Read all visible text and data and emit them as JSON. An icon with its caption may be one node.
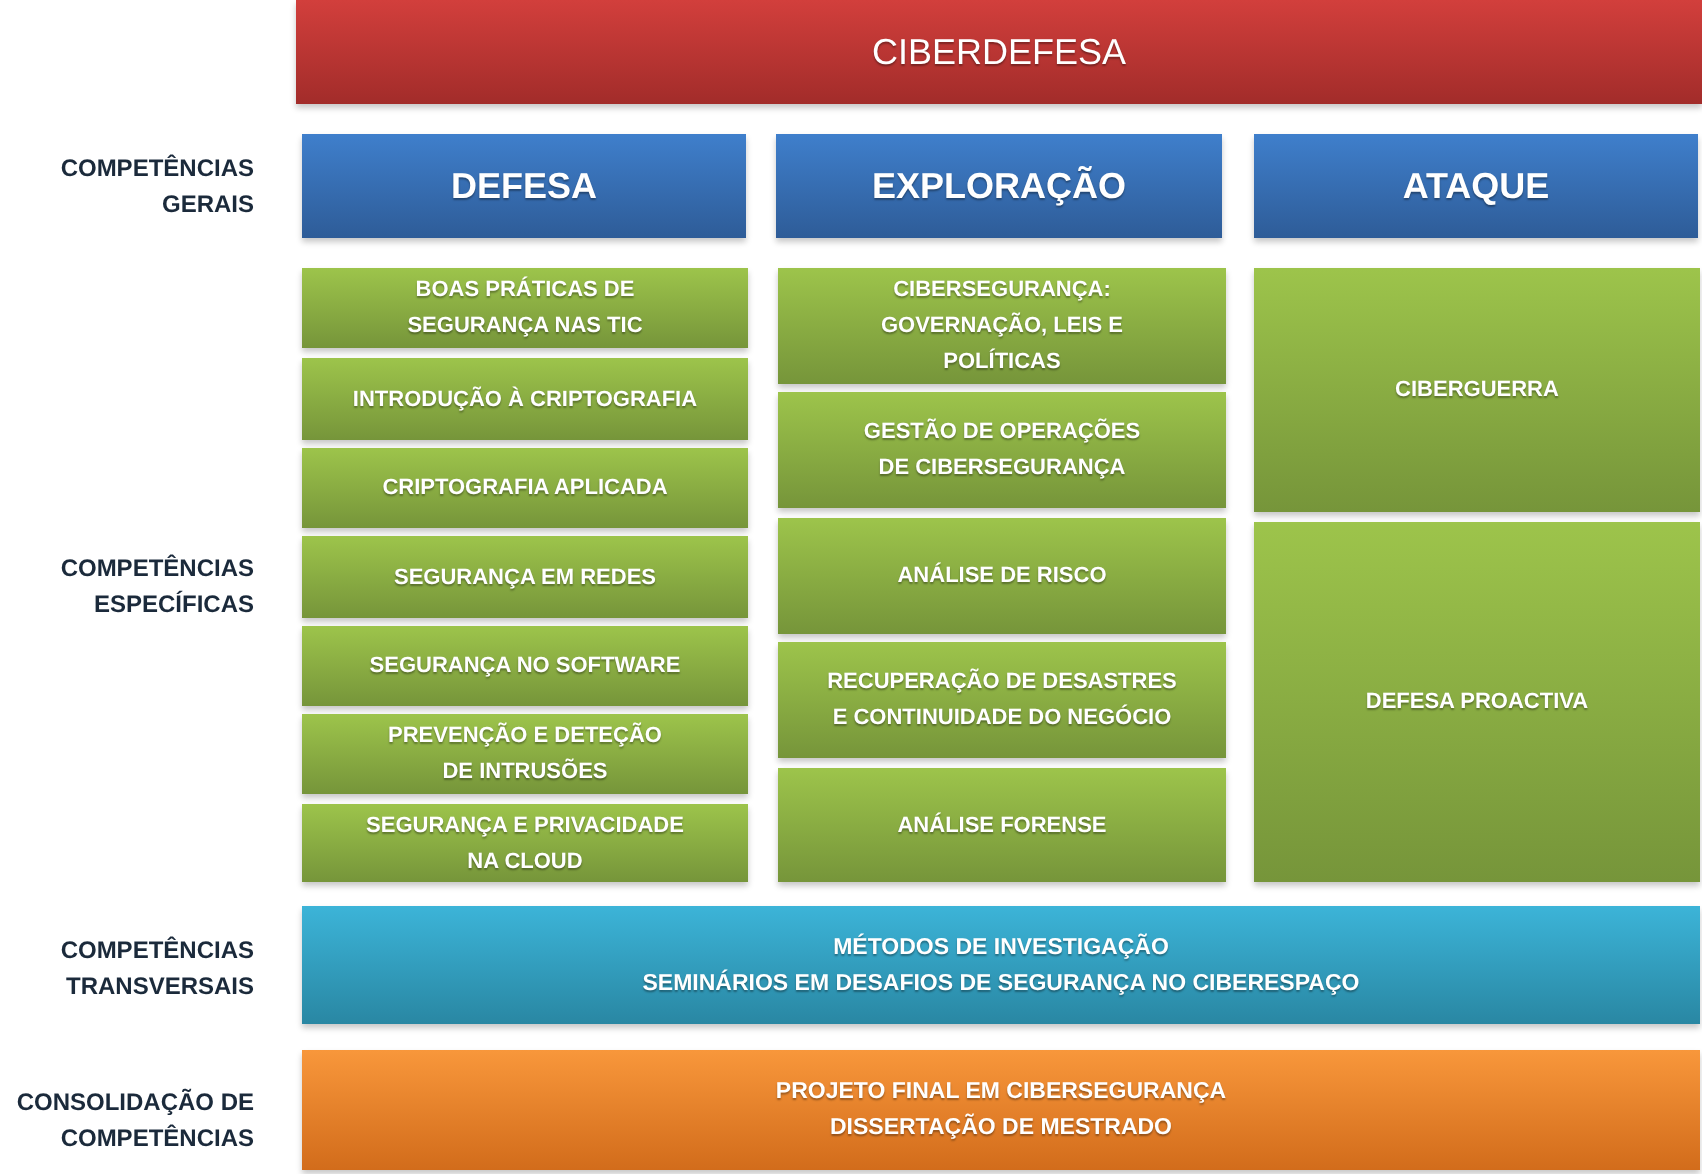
{
  "diagram": {
    "nodes": [
      {
        "text": [
          "CIBERDEFESA"
        ]
      },
      {
        "text": [
          "DEFESA"
        ]
      },
      {
        "text": [
          "EXPLORAÇÃO"
        ]
      },
      {
        "text": [
          "ATAQUE"
        ]
      },
      {
        "text": [
          "BOAS PRÁTICAS DE SEGURANÇA NAS TIC"
        ]
      },
      {
        "text": [
          "INTRODUÇÃO À CRIPTOGRAFIA"
        ]
      },
      {
        "text": [
          "CRIPTOGRAFIA APLICADA"
        ]
      },
      {
        "text": [
          "SEGURANÇA EM REDES"
        ]
      },
      {
        "text": [
          "SEGURANÇA NO SOFTWARE"
        ]
      },
      {
        "text": [
          "PREVENÇÃO E DETEÇÃO DE INTRUSÕES"
        ]
      },
      {
        "text": [
          "SEGURANÇA E PRIVACIDADE NA CLOUD"
        ]
      },
      {
        "text": [
          "CIBERSEGURANÇA: GOVERNAÇÃO, LEIS E POLÍTICAS"
        ]
      },
      {
        "text": [
          "GESTÃO DE OPERAÇÕES DE CIBERSEGURANÇA"
        ]
      },
      {
        "text": [
          "ANÁLISE DE RISCO"
        ]
      },
      {
        "text": [
          "RECUPERAÇÃO DE DESASTRES E CONTINUIDADE DO NEGÓCIO"
        ]
      },
      {
        "text": [
          "ANÁLISE FORENSE"
        ]
      },
      {
        "text": [
          "CIBERGUERRA"
        ]
      },
      {
        "text": [
          "DEFESA PROACTIVA"
        ]
      },
      {
        "text": [
          "MÉTODOS DE INVESTIGAÇÃO",
          "SEMINÁRIOS EM DESAFIOS DE SEGURANÇA NO CIBERESPAÇO"
        ]
      },
      {
        "text": [
          "PROJETO FINAL EM CIBERSEGURANÇA",
          "DISSERTAÇÃO DE MESTRADO"
        ]
      }
    ],
    "labels": [
      "COMPETÊNCIAS GERAIS",
      "COMPETÊNCIAS ESPECÍFICAS",
      "COMPETÊNCIAS TRANSVERSAIS",
      "CONSOLIDAÇÃO DE COMPETÊNCIAS"
    ]
  }
}
